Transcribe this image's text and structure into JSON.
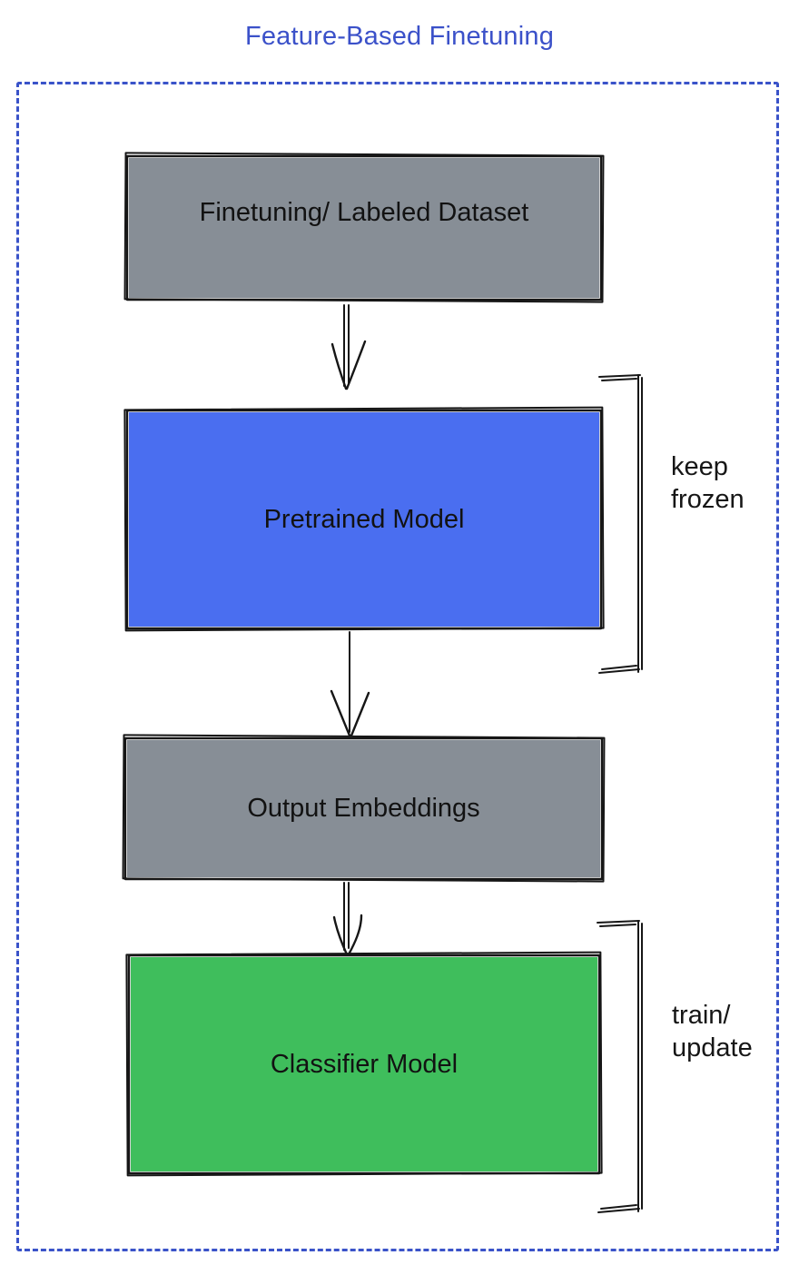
{
  "title": "Feature-Based Finetuning",
  "colors": {
    "title_blue": "#3B51C9",
    "frame_blue": "#3A53C9",
    "box_gray": "#878E96",
    "box_blue": "#4A6EF0",
    "box_green": "#3FBE5C",
    "stroke_black": "#161616"
  },
  "nodes": {
    "dataset": {
      "label": "Finetuning/ Labeled Dataset"
    },
    "pretrained": {
      "label": "Pretrained Model"
    },
    "embeddings": {
      "label": "Output Embeddings"
    },
    "classifier": {
      "label": "Classifier Model"
    }
  },
  "annotations": {
    "keep_frozen": {
      "line1": "keep",
      "line2": "frozen"
    },
    "train_update": {
      "line1": "train/",
      "line2": "update"
    }
  }
}
